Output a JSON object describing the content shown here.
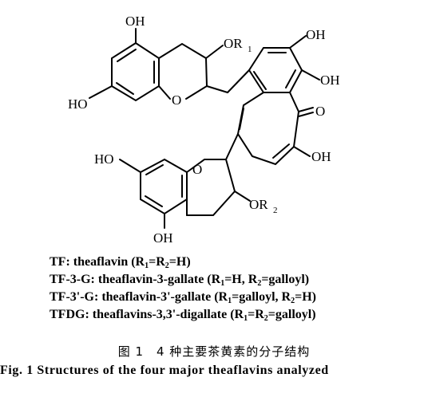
{
  "structure": {
    "labels": {
      "oh_top": "OH",
      "or1": "OR",
      "or1_sub": "1",
      "oh_upper_right": "OH",
      "oh_right": "OH",
      "ho_left": "HO",
      "o_ring_top": "O",
      "o_ketone": "O",
      "oh_tropolone": "OH",
      "ho_lower": "HO",
      "o_ring_bottom": "O",
      "or2": "OR",
      "or2_sub": "2",
      "oh_bottom": "OH"
    }
  },
  "legend": [
    {
      "a": "TF: theaflavin (R",
      "b": "1",
      "c": "=R",
      "d": "2",
      "e": "=H)"
    },
    {
      "a": "TF-3-G: theaflavin-3-gallate (R",
      "b": "1",
      "c": "=H, R",
      "d": "2",
      "e": "=galloyl)"
    },
    {
      "a": "TF-3'-G: theaflavin-3'-gallate (R",
      "b": "1",
      "c": "=galloyl, R",
      "d": "2",
      "e": "=H)"
    },
    {
      "a": "TFDG: theaflavins-3,3'-digallate (R",
      "b": "1",
      "c": "=R",
      "d": "2",
      "e": "=galloyl)"
    }
  ],
  "caption": {
    "chinese": "图 1　4 种主要茶黄素的分子结构",
    "english": "Fig. 1   Structures of the four major theaflavins analyzed"
  }
}
